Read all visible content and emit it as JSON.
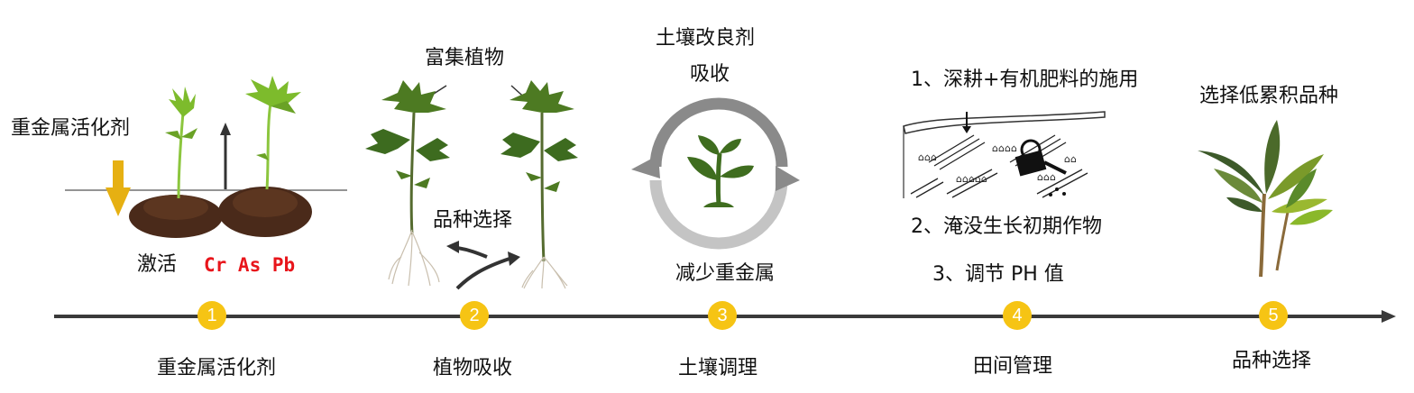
{
  "stage1": {
    "side_label": "重金属活化剂",
    "activate_label": "激活",
    "metals_label": "Cr As Pb"
  },
  "stage2": {
    "top_label": "富集植物",
    "mid_label": "品种选择"
  },
  "stage3": {
    "top_label_line1": "土壤改良剂",
    "top_label_line2": "吸收",
    "bottom_label": "减少重金属"
  },
  "stage4": {
    "step1": "1、深耕+有机肥料的施用",
    "step2": "2、淹没生长初期作物",
    "step3": "3、调节 PH 值"
  },
  "stage5": {
    "top_label": "选择低累积品种"
  },
  "timeline": {
    "steps": [
      {
        "number": "1",
        "label": "重金属活化剂"
      },
      {
        "number": "2",
        "label": "植物吸收"
      },
      {
        "number": "3",
        "label": "土壤调理"
      },
      {
        "number": "4",
        "label": "田间管理"
      },
      {
        "number": "5",
        "label": "品种选择"
      }
    ]
  },
  "colors": {
    "timeline_line": "#3a3a3a",
    "step_circle": "#f6c414",
    "metals_text": "#e8151b",
    "soil": "#4a2a1a",
    "leaf_dark": "#3d6b1f",
    "leaf_light": "#7dbb2c",
    "cycle_arrow": "#8a8a8a",
    "down_arrow": "#e6b012"
  }
}
